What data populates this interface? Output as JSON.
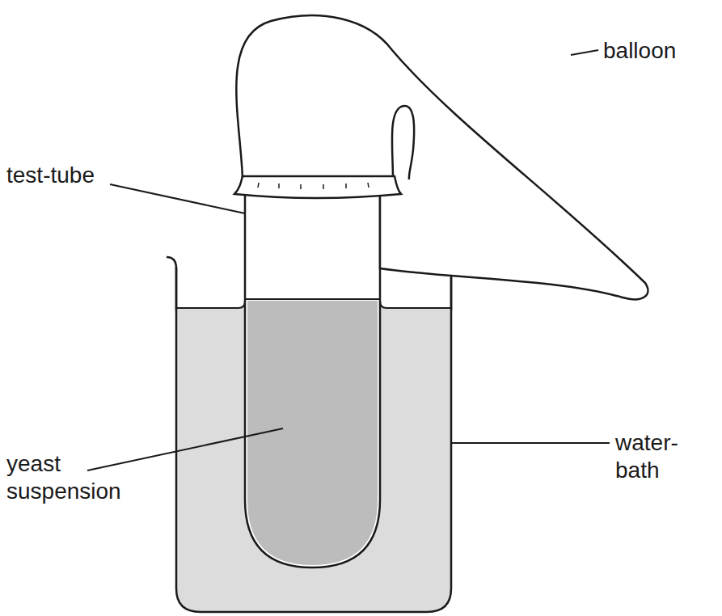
{
  "diagram": {
    "labels": [
      "balloon",
      "test-tube",
      "yeast suspension",
      "water-bath"
    ]
  }
}
